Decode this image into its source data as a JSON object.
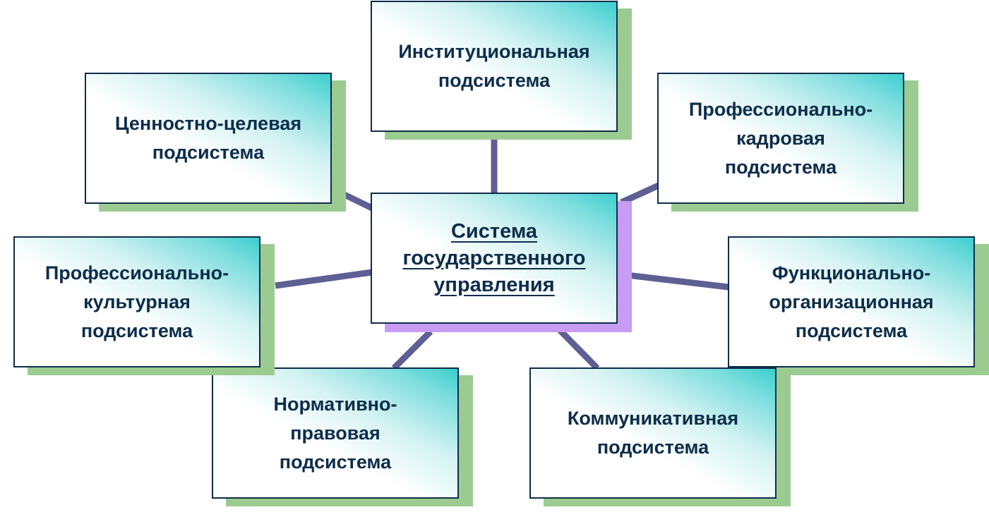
{
  "center": {
    "label": "Система \nгосударственного \nуправления"
  },
  "subsystems": [
    {
      "label": "Институциональная\nподсистема"
    },
    {
      "label": "Профессионально-\nкадровая\nподсистема"
    },
    {
      "label": "Функционально-\nорганизационная\nподсистема"
    },
    {
      "label": "Коммуникативная\nподсистема"
    },
    {
      "label": "Нормативно-\nправовая\nподсистема"
    },
    {
      "label": "Профессионально-\nкультурная\nподсистема"
    },
    {
      "label": "Ценностно-целевая\nподсистема"
    }
  ],
  "colors": {
    "box_border": "#0d2d4a",
    "text": "#0d2d4a",
    "box_gradient_accent": "#3ccfcf",
    "box_shadow": "#9ccb92",
    "center_shadow": "#c79cf2",
    "connector": "#5e5f93"
  }
}
